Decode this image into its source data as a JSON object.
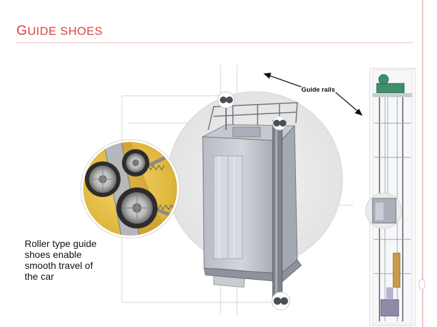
{
  "slide": {
    "title_initial": "G",
    "title_rest": "UIDE SHOES",
    "title_color": "#d8433c",
    "accent_rule_color": "#f3c2c2"
  },
  "illustration": {
    "callout_label": "Guide rails",
    "caption": "Roller type guide shoes enable smooth travel of the car"
  }
}
